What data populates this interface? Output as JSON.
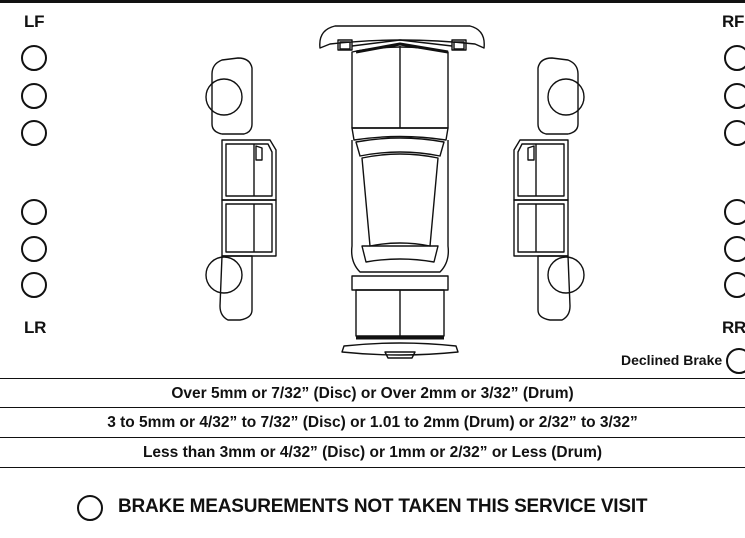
{
  "corners": {
    "left_front": "LF",
    "right_front": "RF",
    "left_rear": "LR",
    "right_rear": "RR"
  },
  "declined_brake_label": "Declined Brake",
  "legend_rows": [
    "Over 5mm or 7/32” (Disc) or Over 2mm or 3/32” (Drum)",
    "3 to 5mm or 4/32” to 7/32” (Disc) or 1.01 to 2mm (Drum) or 2/32” to 3/32”",
    "Less than 3mm or 4/32” (Disc) or 1mm or 2/32” or Less (Drum)"
  ],
  "not_taken_notice": "BRAKE MEASUREMENTS NOT TAKEN THIS SERVICE VISIT"
}
